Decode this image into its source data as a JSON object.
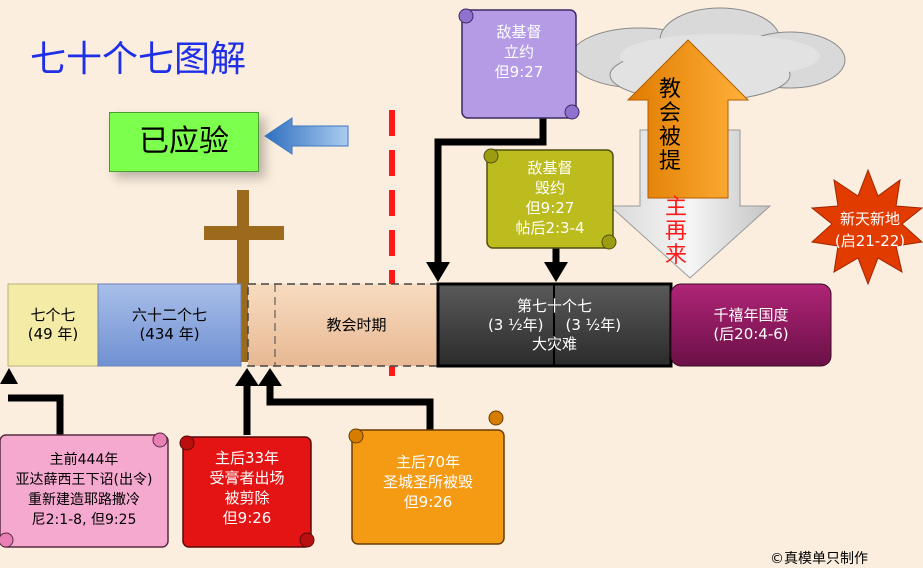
{
  "title": "七十个七图解",
  "fulfilled": "已应验",
  "timeline": {
    "seg1": {
      "line1": "七个七",
      "line2": "(49 年)"
    },
    "seg2": {
      "line1": "六十二个七",
      "line2": "(434 年)"
    },
    "seg3": {
      "line1": "教会时期"
    },
    "seg4": {
      "line1": "第七十个七",
      "left": "(3 ½年)",
      "right": "(3 ½年)",
      "bottom": "大灾难"
    },
    "seg5": {
      "line1": "千禧年国度",
      "line2": "(后20:4-6)"
    }
  },
  "scrolls": {
    "covenant": {
      "l1": "敌基督",
      "l2": "立约",
      "l3": "但9:27"
    },
    "break": {
      "l1": "敌基督",
      "l2": "毁约",
      "l3": "但9:27",
      "l4": "帖后2:3-4"
    },
    "decree": {
      "l1": "主前444年",
      "l2": "亚达薛西王下诏(出令)",
      "l3": "重新建造耶路撒冷",
      "l4": "尼2:1-8, 但9:25"
    },
    "cutoff": {
      "l1": "主后33年",
      "l2": "受膏者出场",
      "l3": "被剪除",
      "l4": "但9:26"
    },
    "temple": {
      "l1": "主后70年",
      "l2": "圣城圣所被毁",
      "l3": "但9:26"
    }
  },
  "rapture": "教会被提",
  "return": "主再来",
  "new_heaven": {
    "l1": "新天新地",
    "l2": "(启21-22)"
  },
  "credit": "©真模单只制作",
  "colors": {
    "title": "#1f2fe6",
    "fulfilled": "#7dff4d",
    "seg1": "#f4eca6",
    "seg2": "#b6c2e6",
    "seg3": "#f2d2b4",
    "seg4": "#4f4f4f",
    "seg5": "#8e1b5c",
    "cross": "#9c6a1c",
    "dashed_line": "#ff1a1a",
    "arrow_blue": "#5b9bd5"
  }
}
